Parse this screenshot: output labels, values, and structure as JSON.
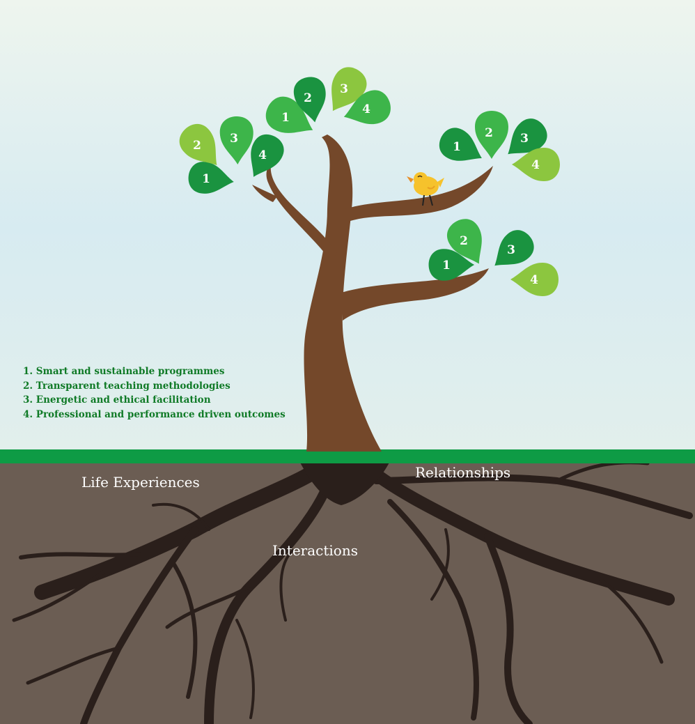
{
  "colors": {
    "leaf_dark": "#1a9340",
    "leaf_medium": "#3db54a",
    "leaf_light": "#8cc63f",
    "trunk": "#74482a",
    "grass": "#0e9b45",
    "soil": "#6b5d53",
    "roots": "#2a1f1b",
    "legend_text": "#0f7a26"
  },
  "leaf_clusters": [
    {
      "leaves": [
        {
          "label": "1",
          "tone": "dark"
        },
        {
          "label": "2",
          "tone": "light"
        },
        {
          "label": "3",
          "tone": "medium"
        },
        {
          "label": "4",
          "tone": "dark"
        }
      ]
    },
    {
      "leaves": [
        {
          "label": "1",
          "tone": "medium"
        },
        {
          "label": "2",
          "tone": "dark"
        },
        {
          "label": "3",
          "tone": "light"
        },
        {
          "label": "4",
          "tone": "medium"
        }
      ]
    },
    {
      "leaves": [
        {
          "label": "1",
          "tone": "dark"
        },
        {
          "label": "2",
          "tone": "medium"
        },
        {
          "label": "3",
          "tone": "dark"
        },
        {
          "label": "4",
          "tone": "light"
        }
      ]
    },
    {
      "leaves": [
        {
          "label": "1",
          "tone": "dark"
        },
        {
          "label": "2",
          "tone": "medium"
        },
        {
          "label": "3",
          "tone": "dark"
        },
        {
          "label": "4",
          "tone": "light"
        }
      ]
    }
  ],
  "legend": [
    "1. Smart and sustainable programmes",
    "2. Transparent teaching methodologies",
    "3. Energetic and ethical facilitation",
    "4. Professional and performance driven outcomes"
  ],
  "roots": {
    "left": "Life Experiences",
    "right": "Relationships",
    "center": "Interactions"
  }
}
